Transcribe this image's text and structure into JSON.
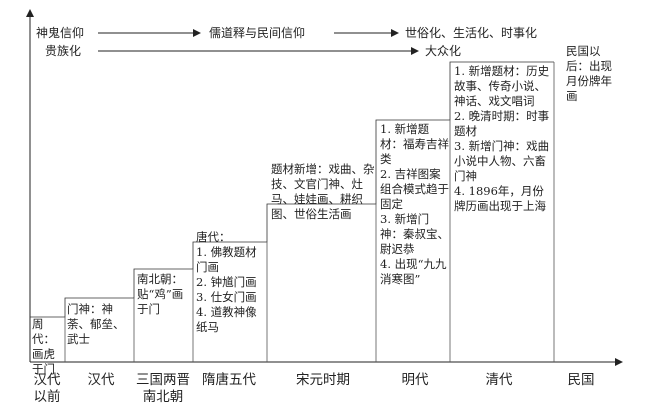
{
  "trends": {
    "row1": {
      "label_a": "神鬼信仰",
      "label_b": "儒道释与民间信仰",
      "label_c": "世俗化、生活化、时事化"
    },
    "row2": {
      "label_a": "贵族化",
      "label_b": "大众化"
    }
  },
  "steps": [
    {
      "text": "周代：画虎于门"
    },
    {
      "text": "门神：神荼、郁垒、武士"
    },
    {
      "text": "南北朝：贴“鸡”画于门"
    },
    {
      "text": "唐代：\n1. 佛教题材门画\n2. 钟馗门画\n3. 仕女门画\n4. 道教神像纸马"
    },
    {
      "text": "题材新增：戏曲、杂技、文官门神、灶马、娃娃画、耕织图、世俗生活画"
    },
    {
      "text": "1. 新增题材：福寿吉祥类\n2. 吉祥图案组合模式趋于固定\n3. 新增门神：秦叔宝、尉迟恭\n4. 出现“九九消寒图”"
    },
    {
      "text": "1. 新增题材：历史故事、传奇小说、神话、戏文唱词\n2. 晚清时期：时事题材\n3. 新增门神：戏曲小说中人物、六畜门神\n4. 1896年，月份牌历画出现于上海"
    },
    {
      "text": "民国以后：出现月份牌年画"
    }
  ],
  "eras": [
    {
      "label": "汉代\n以前"
    },
    {
      "label": "汉代"
    },
    {
      "label": "三国两晋\n南北朝"
    },
    {
      "label": "隋唐五代"
    },
    {
      "label": "宋元时期"
    },
    {
      "label": "明代"
    },
    {
      "label": "清代"
    },
    {
      "label": "民国"
    }
  ]
}
